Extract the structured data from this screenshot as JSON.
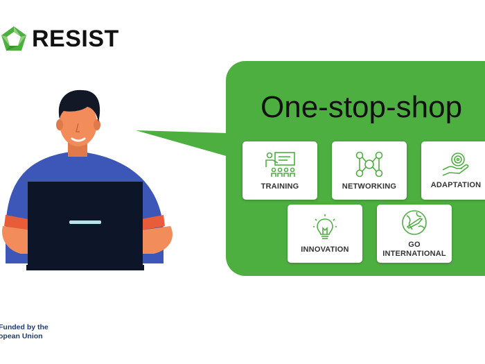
{
  "logo": {
    "text": "RESIST",
    "colors": {
      "mark": "#4caf3f",
      "mark_light": "#8fd07f"
    }
  },
  "bubble": {
    "title": "One-stop-shop",
    "color": "#4caf3f"
  },
  "cards": [
    {
      "label": "TRAINING",
      "icon": "training-presentation-icon"
    },
    {
      "label": "NETWORKING",
      "icon": "network-people-icon"
    },
    {
      "label": "ADAPTATION",
      "icon": "hand-target-icon"
    },
    {
      "label": "INNOVATION",
      "icon": "lightbulb-icon"
    },
    {
      "label": "GO INTERNATIONAL",
      "icon": "globe-plane-icon"
    }
  ],
  "footer": {
    "line1": "Funded by the",
    "line2": "opean Union"
  },
  "colors": {
    "shirt": "#3d57b8",
    "skin": "#f28c5a",
    "hair": "#121826",
    "laptop": "#0d1629",
    "icon_green": "#4caf3f"
  }
}
